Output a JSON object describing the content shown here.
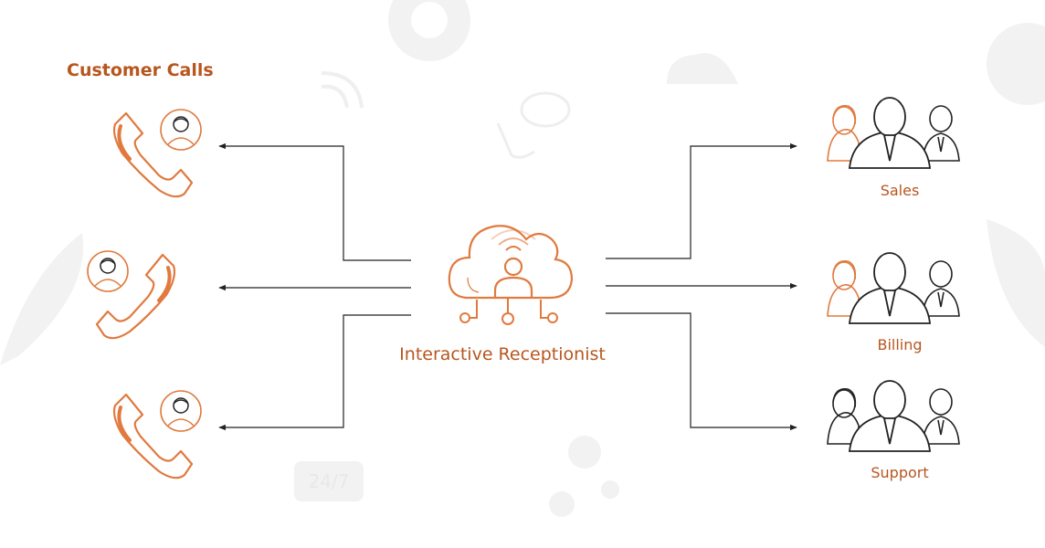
{
  "colors": {
    "accent": "#e07a3f",
    "accent_dark": "#b8561f",
    "line": "#222222",
    "watermark": "#f1f1f1"
  },
  "customer_calls": {
    "title": "Customer Calls",
    "items": [
      {
        "icon": "phone-with-customer-icon"
      },
      {
        "icon": "phone-with-customer-icon"
      },
      {
        "icon": "phone-with-customer-icon"
      }
    ]
  },
  "receptionist": {
    "label": "Interactive Receptionist",
    "icon": "cloud-receptionist-icon"
  },
  "departments": [
    {
      "label": "Sales",
      "icon": "team-icon"
    },
    {
      "label": "Billing",
      "icon": "team-icon"
    },
    {
      "label": "Support",
      "icon": "team-icon"
    }
  ],
  "watermark_text": "24/7"
}
